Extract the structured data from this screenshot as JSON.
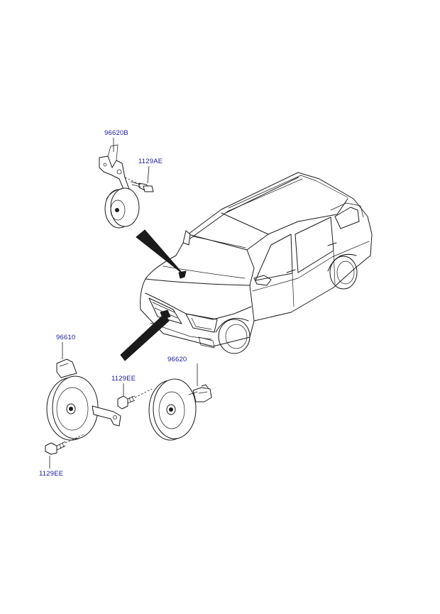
{
  "callouts": {
    "horn_bracket_upper": "96620B",
    "bolt_upper": "1129AE",
    "horn_low": "96610",
    "bolt_middle": "1129EE",
    "horn_high": "96620",
    "bolt_lower": "1129EE"
  },
  "colors": {
    "callout_text": "#1a1a9c",
    "line_art": "#1a1a1a",
    "background": "#ffffff"
  }
}
